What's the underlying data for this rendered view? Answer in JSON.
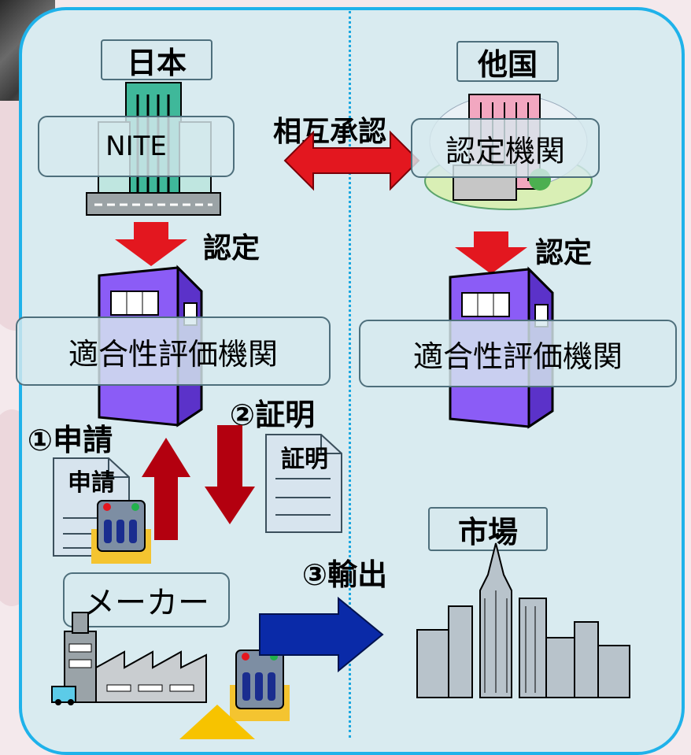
{
  "japan_label": "日本",
  "other_country_label": "他国",
  "nite_label": "NITE",
  "mutual_recognition_label": "相互承認",
  "accreditation_body_label": "認定機関",
  "accreditation_left_label": "認定",
  "accreditation_right_label": "認定",
  "cab_left_label": "適合性評価機関",
  "cab_right_label": "適合性評価機関",
  "step2_label": "②証明",
  "step1_label": "①申請",
  "application_doc_label": "申請",
  "certificate_doc_label": "証明",
  "market_label": "市場",
  "step3_label": "③輸出",
  "manufacturer_label": "メーカー",
  "colors": {
    "panel_border": "#1fb2ea",
    "panel_fill": "#d9ebf0",
    "red_arrow": "#e3171f",
    "dark_red_arrow": "#b3000f",
    "blue_arrow": "#0a2aa8",
    "building_purple": "#8b5cf6"
  }
}
